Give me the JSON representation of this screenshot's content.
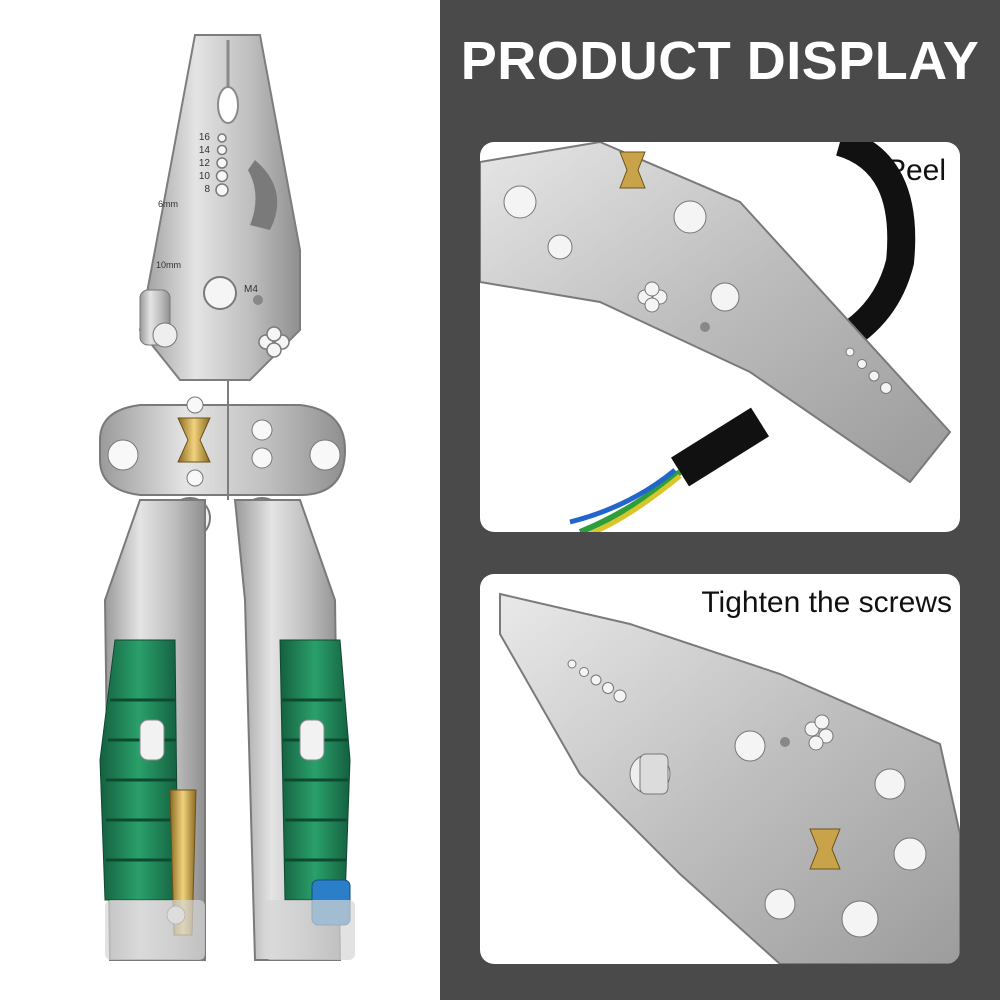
{
  "header": {
    "title": "PRODUCT DISPLAY"
  },
  "cards": [
    {
      "id": "peel",
      "label": "Peel"
    },
    {
      "id": "screws",
      "label": "Tighten the screws"
    }
  ],
  "tool": {
    "gauge_marks": [
      "16",
      "14",
      "12",
      "10",
      "8"
    ],
    "mark_6mm": "6mm",
    "mark_10mm": "10mm",
    "mark_m4": "M4"
  },
  "colors": {
    "panel_bg": "#4a4a4a",
    "steel": "#c9c9c9",
    "handle_green": "#1f8a5c",
    "brass": "#c9a34a",
    "battery_blue": "#2b7fc9"
  }
}
